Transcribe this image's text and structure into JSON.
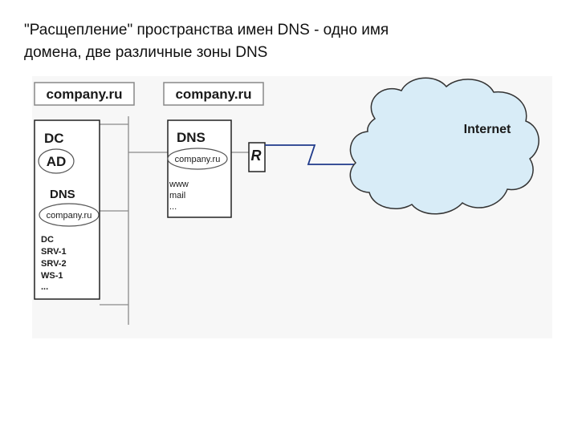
{
  "title": {
    "line1": "\"Расщепление\" пространства имен DNS - одно имя",
    "line2": "домена, две различные зоны DNS"
  },
  "diagram": {
    "internal_domain_label": "company.ru",
    "external_domain_label": "company.ru",
    "internal_server": {
      "dc_label": "DC",
      "ad_label": "AD",
      "dns_label": "DNS",
      "zone_label": "company.ru",
      "records": [
        "DC",
        "SRV-1",
        "SRV-2",
        "WS-1",
        "..."
      ]
    },
    "external_server": {
      "dns_label": "DNS",
      "zone_label": "company.ru",
      "records": [
        "www",
        "mail",
        "..."
      ]
    },
    "router_label": "R",
    "cloud_label": "Internet",
    "colors": {
      "cloud_fill": "#d8ecf7",
      "cloud_stroke": "#333333",
      "line": "#8a8a8a",
      "wan_link": "#1f3a8a",
      "box_stroke": "#222222"
    },
    "icons": {
      "cloud": "cloud-icon",
      "router": "router-icon",
      "link": "lightning-link-icon"
    }
  }
}
